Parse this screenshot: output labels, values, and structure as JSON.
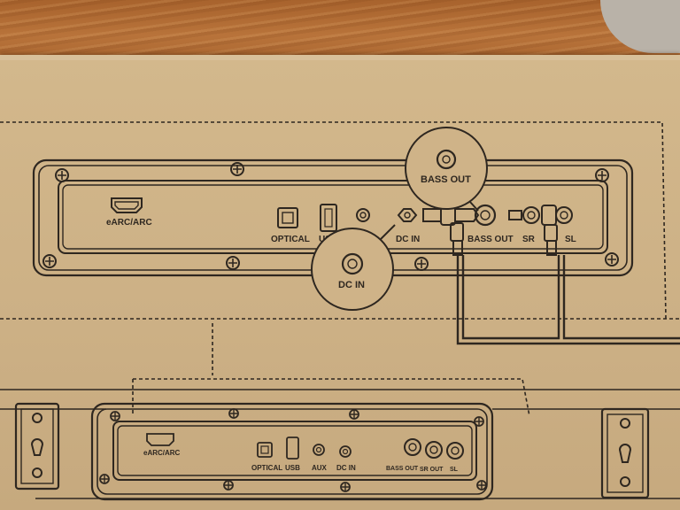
{
  "diagram": {
    "top_panel": {
      "earc_label": "eARC/ARC",
      "optical_label": "OPTICAL",
      "usb_label": "USB",
      "dcin_label": "DC IN",
      "bassout_label": "BASS OUT",
      "sr_label": "SR",
      "sl_label": "SL"
    },
    "callouts": {
      "bass_out": "BASS OUT",
      "dc_in": "DC IN"
    },
    "bottom_panel": {
      "earc_label": "eARC/ARC",
      "optical_label": "OPTICAL",
      "usb_label": "USB",
      "aux_label": "AUX",
      "dcin_label": "DC IN",
      "bassout_label": "BASS OUT",
      "srout_label": "SR OUT",
      "sl_label": "SL"
    }
  }
}
